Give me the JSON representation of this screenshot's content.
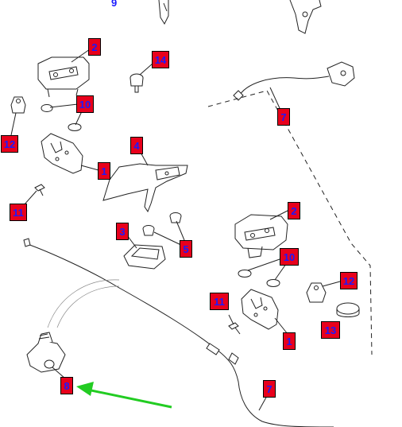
{
  "diagram": {
    "cut_off_label": "9",
    "callouts": [
      {
        "id": "c2a",
        "label": "2"
      },
      {
        "id": "c14",
        "label": "14"
      },
      {
        "id": "c10a",
        "label": "10"
      },
      {
        "id": "c12a",
        "label": "12"
      },
      {
        "id": "c7a",
        "label": "7"
      },
      {
        "id": "c4",
        "label": "4"
      },
      {
        "id": "c1a",
        "label": "1"
      },
      {
        "id": "c11a",
        "label": "11"
      },
      {
        "id": "c2b",
        "label": "2"
      },
      {
        "id": "c3",
        "label": "3"
      },
      {
        "id": "c5",
        "label": "5"
      },
      {
        "id": "c10b",
        "label": "10"
      },
      {
        "id": "c12b",
        "label": "12"
      },
      {
        "id": "c11b",
        "label": "11"
      },
      {
        "id": "c13",
        "label": "13"
      },
      {
        "id": "c1b",
        "label": "1"
      },
      {
        "id": "c7b",
        "label": "7"
      },
      {
        "id": "c8",
        "label": "8"
      }
    ],
    "colors": {
      "callout_fill": "#e8001c",
      "callout_text": "#1a1aff",
      "arrow": "#22cc22",
      "line": "#222222"
    }
  }
}
